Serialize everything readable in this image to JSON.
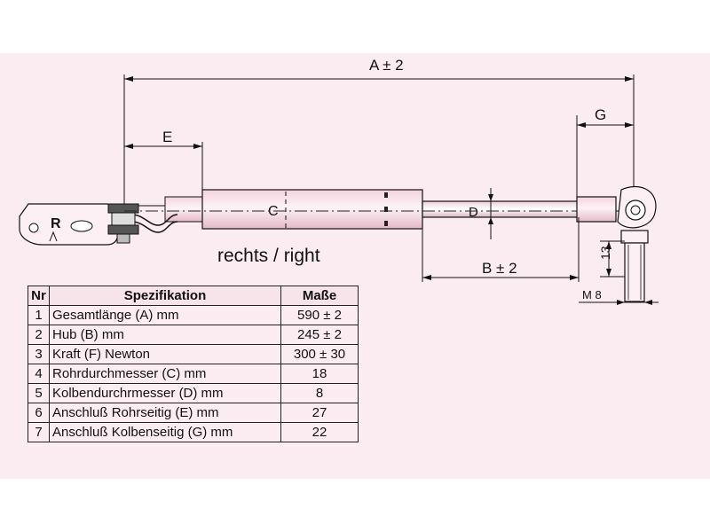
{
  "drawing": {
    "dim_a": "A ± 2",
    "dim_b": "B ± 2",
    "dim_e": "E",
    "dim_g": "G",
    "label_c": "C",
    "label_d": "D",
    "label_r": "R",
    "dim_thread_len": "13",
    "dim_thread": "M 8",
    "side": "rechts / right"
  },
  "table": {
    "headers": [
      "Nr",
      "Spezifikation",
      "Maße"
    ],
    "rows": [
      {
        "nr": "1",
        "spec": "Gesamtlänge (A) mm",
        "val": "590 ± 2"
      },
      {
        "nr": "2",
        "spec": "Hub (B)  mm",
        "val": "245 ± 2"
      },
      {
        "nr": "3",
        "spec": "Kraft (F) Newton",
        "val": "300 ± 30"
      },
      {
        "nr": "4",
        "spec": "Rohrdurchmesser (C) mm",
        "val": "18"
      },
      {
        "nr": "5",
        "spec": "Kolbendurchrmesser (D) mm",
        "val": "8"
      },
      {
        "nr": "6",
        "spec": "Anschluß Rohrseitig (E) mm",
        "val": "27"
      },
      {
        "nr": "7",
        "spec": "Anschluß Kolbenseitig (G) mm",
        "val": "22"
      }
    ]
  }
}
